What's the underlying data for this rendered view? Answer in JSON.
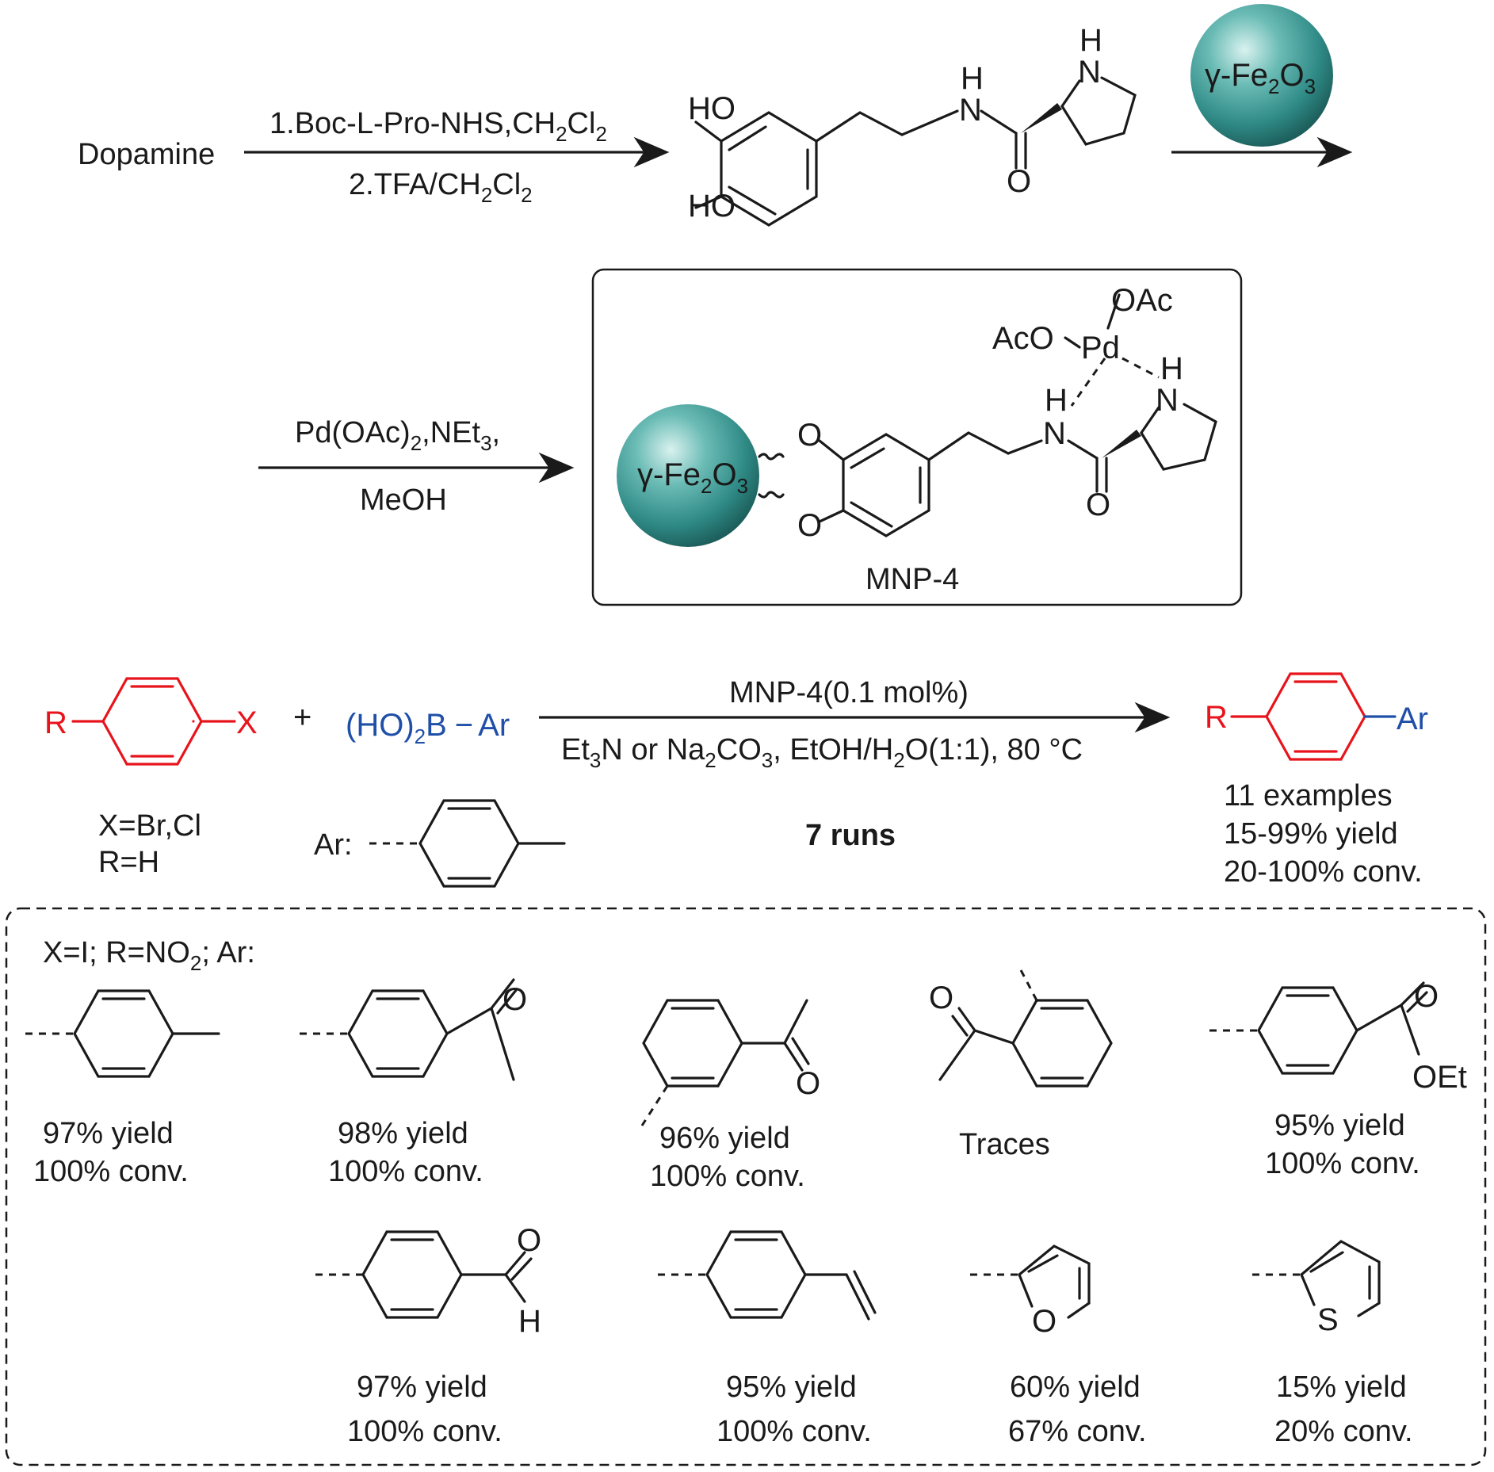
{
  "colors": {
    "particle": "#2f8a86",
    "reactant_red": "#e8141c",
    "boronic_blue": "#1f4fa8",
    "bond": "#1a1a1a"
  },
  "step1": {
    "start": "Dopamine",
    "cond1": "1.Boc-L-Pro-NHS,CH",
    "cond1_sub": "2",
    "cond1_tail": "Cl",
    "cond1_tail_sub": "2",
    "cond2": "2.TFA/CH",
    "cond2_sub": "2",
    "cond2_tail": "Cl",
    "cond2_tail_sub": "2"
  },
  "particle": {
    "label_pre": "γ-Fe",
    "sub1": "2",
    "label_mid": "O",
    "sub2": "3"
  },
  "atoms": {
    "HO": "HO",
    "H": "H",
    "N": "N",
    "O": "O",
    "OAc": "OAc",
    "AcO": "AcO",
    "Pd": "Pd",
    "S": "S",
    "OEt": "OEt"
  },
  "step2": {
    "cond1": "Pd(OAc)",
    "cond1_sub": "2",
    "cond1_tail": ",NEt",
    "cond1_tail_sub": "3",
    "cond1_end": ",",
    "cond2": "MeOH",
    "catalyst_name": "MNP-4"
  },
  "reaction": {
    "R": "R",
    "X": "X",
    "plus": "+",
    "boronic_pre": "(HO)",
    "boronic_sub": "2",
    "boronic_post": "B",
    "dash": "−",
    "Ar": "Ar",
    "cond_top": "MNP-4(0.1 mol%)",
    "cond_bot_1": "Et",
    "cond_bot_s1": "3",
    "cond_bot_2": "N or Na",
    "cond_bot_s2": "2",
    "cond_bot_3": "CO",
    "cond_bot_s3": "3",
    "cond_bot_4": ", EtOH/H",
    "cond_bot_s4": "2",
    "cond_bot_5": "O(1:1), 80 °C",
    "runs": "7  runs",
    "xr_line1": "X=Br,Cl",
    "xr_line2": "R=H",
    "ar_label": "Ar:",
    "result_line1": "11 examples",
    "result_line2": "15-99% yield",
    "result_line3": "20-100% conv."
  },
  "scope": {
    "header_pre": "X=I; R=NO",
    "header_sub": "2",
    "header_post": "; Ar:",
    "items": [
      {
        "yield": "97%  yield",
        "conv": "100% conv."
      },
      {
        "yield": "98%  yield",
        "conv": "100% conv."
      },
      {
        "yield": "96%  yield",
        "conv": "100% conv."
      },
      {
        "yield": "Traces",
        "conv": ""
      },
      {
        "yield": "95%  yield",
        "conv": "100% conv."
      },
      {
        "yield": "97%  yield",
        "conv": "100% conv."
      },
      {
        "yield": "95%  yield",
        "conv": "100% conv."
      },
      {
        "yield": "60%  yield",
        "conv": "67% conv."
      },
      {
        "yield": "15%  yield",
        "conv": "20% conv."
      }
    ]
  }
}
